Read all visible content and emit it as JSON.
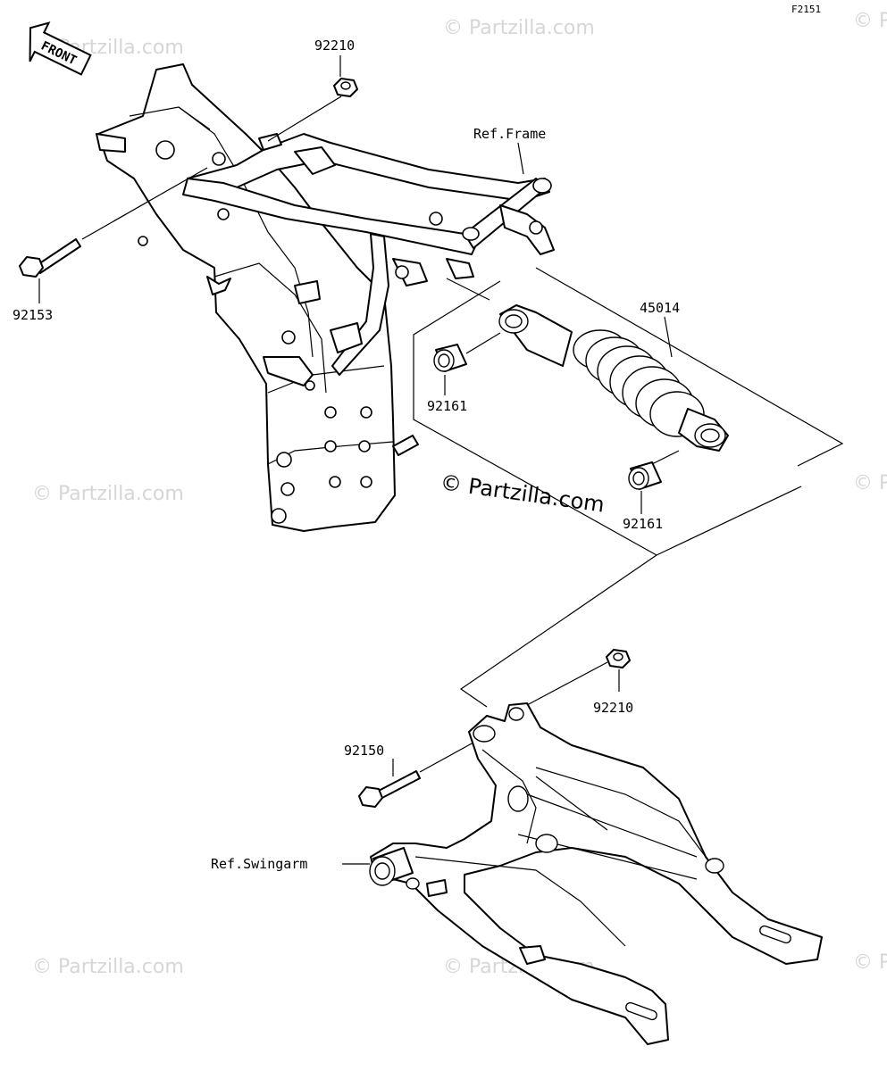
{
  "figure_id": "F2151",
  "front_badge": "FRONT",
  "watermark_main": "© Partzilla.com",
  "watermark_repeat": "© Partzilla.com",
  "ref_labels": {
    "frame": "Ref.Frame",
    "swingarm": "Ref.Swingarm"
  },
  "part_numbers": {
    "nut_top": "92210",
    "bolt_top": "92153",
    "shock": "45014",
    "collar_left": "92161",
    "collar_right": "92161",
    "nut_bottom": "92210",
    "bolt_bottom": "92150"
  },
  "colors": {
    "line": "#000000",
    "watermark": "#d6d6d6",
    "background": "#ffffff"
  }
}
